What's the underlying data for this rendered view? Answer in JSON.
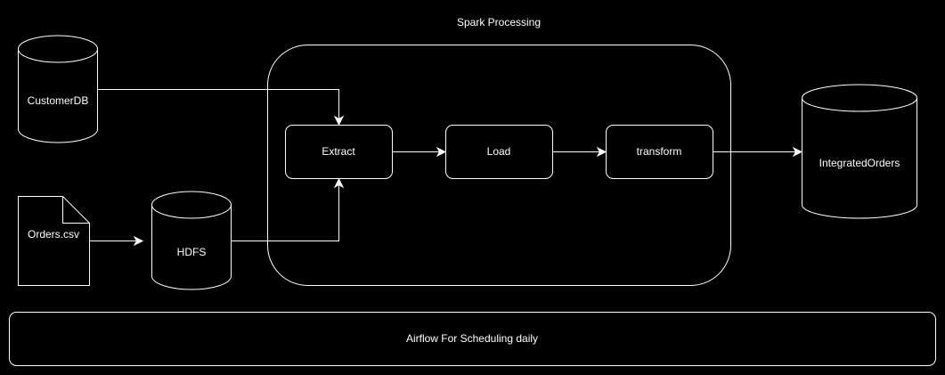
{
  "diagram": {
    "background": "#000000",
    "stroke_color": "#ffffff",
    "text_color": "#ffffff",
    "group": {
      "label": "Spark Processing"
    },
    "nodes": {
      "customer_db": {
        "label": "CustomerDB",
        "shape": "cylinder"
      },
      "orders_csv": {
        "label": "Orders.csv",
        "shape": "document"
      },
      "hdfs": {
        "label": "HDFS",
        "shape": "cylinder"
      },
      "extract": {
        "label": "Extract",
        "shape": "rounded-rectangle"
      },
      "load": {
        "label": "Load",
        "shape": "rounded-rectangle"
      },
      "transform": {
        "label": "transform",
        "shape": "rounded-rectangle"
      },
      "integrated_orders": {
        "label": "IntegratedOrders",
        "shape": "cylinder"
      },
      "airflow": {
        "label": "Airflow For Scheduling daily",
        "shape": "rounded-rectangle"
      }
    },
    "edges": [
      {
        "from": "CustomerDB",
        "to": "Extract"
      },
      {
        "from": "Orders.csv",
        "to": "HDFS"
      },
      {
        "from": "HDFS",
        "to": "Extract"
      },
      {
        "from": "Extract",
        "to": "Load"
      },
      {
        "from": "Load",
        "to": "transform"
      },
      {
        "from": "transform",
        "to": "IntegratedOrders"
      }
    ]
  }
}
